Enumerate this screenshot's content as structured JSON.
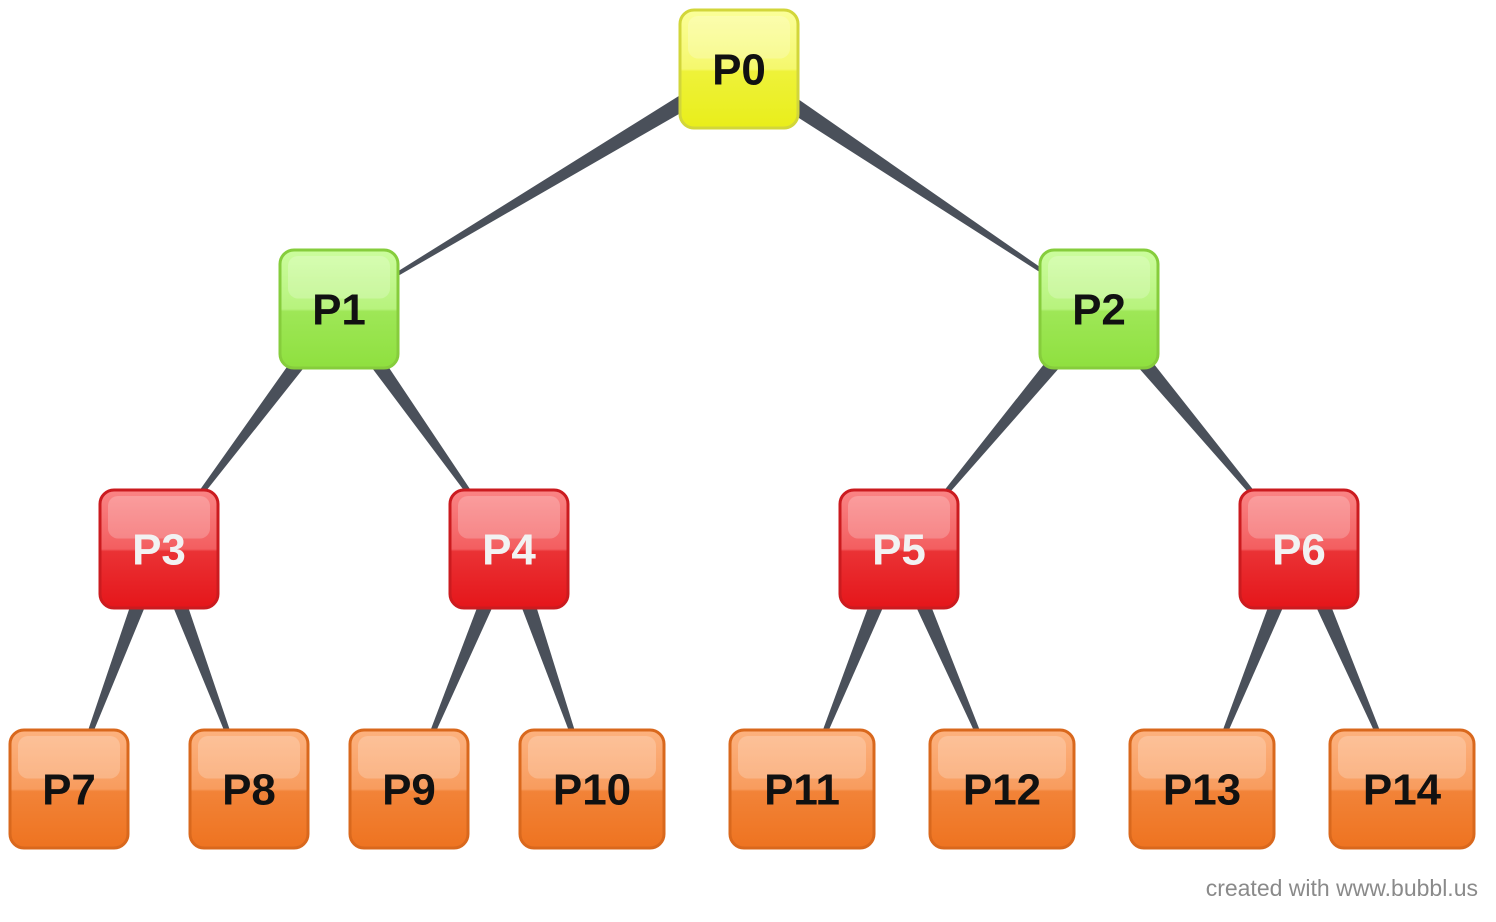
{
  "diagram": {
    "type": "tree",
    "nodes": [
      {
        "id": "P0",
        "label": "P0",
        "level": 0,
        "style": "yellow"
      },
      {
        "id": "P1",
        "label": "P1",
        "level": 1,
        "style": "green"
      },
      {
        "id": "P2",
        "label": "P2",
        "level": 1,
        "style": "green"
      },
      {
        "id": "P3",
        "label": "P3",
        "level": 2,
        "style": "red"
      },
      {
        "id": "P4",
        "label": "P4",
        "level": 2,
        "style": "red"
      },
      {
        "id": "P5",
        "label": "P5",
        "level": 2,
        "style": "red"
      },
      {
        "id": "P6",
        "label": "P6",
        "level": 2,
        "style": "red"
      },
      {
        "id": "P7",
        "label": "P7",
        "level": 3,
        "style": "orange"
      },
      {
        "id": "P8",
        "label": "P8",
        "level": 3,
        "style": "orange"
      },
      {
        "id": "P9",
        "label": "P9",
        "level": 3,
        "style": "orange"
      },
      {
        "id": "P10",
        "label": "P10",
        "level": 3,
        "style": "orange"
      },
      {
        "id": "P11",
        "label": "P11",
        "level": 3,
        "style": "orange"
      },
      {
        "id": "P12",
        "label": "P12",
        "level": 3,
        "style": "orange"
      },
      {
        "id": "P13",
        "label": "P13",
        "level": 3,
        "style": "orange"
      },
      {
        "id": "P14",
        "label": "P14",
        "level": 3,
        "style": "orange"
      }
    ],
    "edges": [
      {
        "from": "P0",
        "to": "P1"
      },
      {
        "from": "P0",
        "to": "P2"
      },
      {
        "from": "P1",
        "to": "P3"
      },
      {
        "from": "P1",
        "to": "P4"
      },
      {
        "from": "P2",
        "to": "P5"
      },
      {
        "from": "P2",
        "to": "P6"
      },
      {
        "from": "P3",
        "to": "P7"
      },
      {
        "from": "P3",
        "to": "P8"
      },
      {
        "from": "P4",
        "to": "P9"
      },
      {
        "from": "P4",
        "to": "P10"
      },
      {
        "from": "P5",
        "to": "P11"
      },
      {
        "from": "P5",
        "to": "P12"
      },
      {
        "from": "P6",
        "to": "P13"
      },
      {
        "from": "P6",
        "to": "P14"
      }
    ],
    "colors": {
      "yellow": {
        "top": "#fbfe9a",
        "bottom": "#e9ee1a",
        "border": "#d2d63a",
        "text": "#111111"
      },
      "green": {
        "top": "#ccfd9e",
        "bottom": "#8fe03f",
        "border": "#86cd3c",
        "text": "#111111"
      },
      "red": {
        "top": "#fa8585",
        "bottom": "#e5161a",
        "border": "#cb1b1f",
        "text": "#f2f2f2"
      },
      "orange": {
        "top": "#fdb27f",
        "bottom": "#ee7320",
        "border": "#d9681d",
        "text": "#111111"
      },
      "edge": "#4a505a"
    }
  },
  "watermark": "created with www.bubbl.us"
}
